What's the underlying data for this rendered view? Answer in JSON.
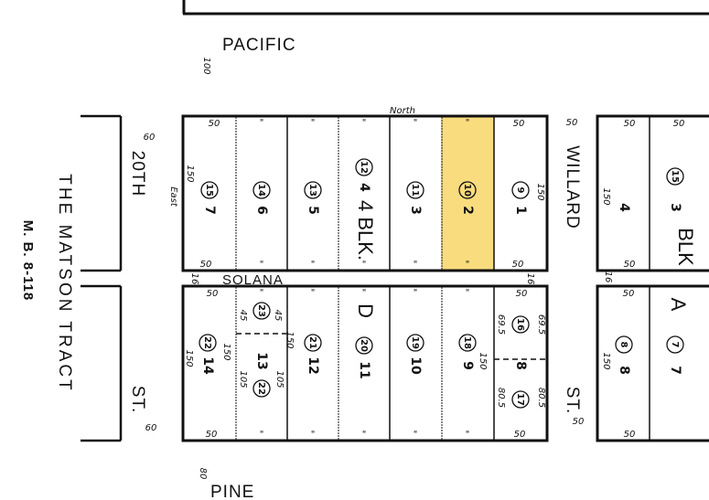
{
  "colors": {
    "line": "#111111",
    "highlight": "#f9dc7e",
    "highlight_border": "#c9a838"
  },
  "streets": {
    "pacific": "PACIFIC",
    "solana": "SOLANA",
    "pine": "PINE",
    "twentieth": "20TH",
    "twentieth_suffix": "ST.",
    "willard": "WILLARD",
    "willard_suffix": "ST."
  },
  "tract": {
    "name": "THE MATSON TRACT",
    "map_book": "M. B. 8-118"
  },
  "blocks": {
    "north_center": {
      "label": "4 BLK."
    },
    "south_center": {
      "label": "D"
    },
    "north_east": {
      "label": "BLK"
    },
    "south_east": {
      "label": "A"
    }
  },
  "lots": {
    "north_center": [
      {
        "lot": "7",
        "parcel": "15"
      },
      {
        "lot": "6",
        "parcel": "14"
      },
      {
        "lot": "5",
        "parcel": "13"
      },
      {
        "lot": "4",
        "parcel": "12"
      },
      {
        "lot": "3",
        "parcel": "11"
      },
      {
        "lot": "2",
        "parcel": "10",
        "highlighted": true
      },
      {
        "lot": "1",
        "parcel": "9"
      }
    ],
    "south_center": [
      {
        "lot": "14",
        "parcel": "22"
      },
      {
        "lot": "13",
        "parcel": "23",
        "parcel2": "22"
      },
      {
        "lot": "12",
        "parcel": "21"
      },
      {
        "lot": "11",
        "parcel": "20"
      },
      {
        "lot": "10",
        "parcel": "19"
      },
      {
        "lot": "9",
        "parcel": "18"
      },
      {
        "lot": "8",
        "parcel": "16",
        "parcel2": "17"
      }
    ],
    "north_east": [
      {
        "lot": "4",
        "parcel": ""
      },
      {
        "lot": "3",
        "parcel": "15"
      }
    ],
    "south_east": [
      {
        "lot": "8",
        "parcel": "8"
      },
      {
        "lot": "7",
        "parcel": "7"
      }
    ]
  },
  "dimensions": {
    "north": "North",
    "east": "East",
    "frontage": "50",
    "depth": "150",
    "split_front": "45",
    "split_rear": "105",
    "split_front_8": "69.5",
    "split_rear_8": "80.5",
    "corner": "16",
    "pacific_width": "100",
    "pine_width": "80",
    "twentieth_width": "60",
    "willard_width": "50",
    "ditto": "\""
  }
}
